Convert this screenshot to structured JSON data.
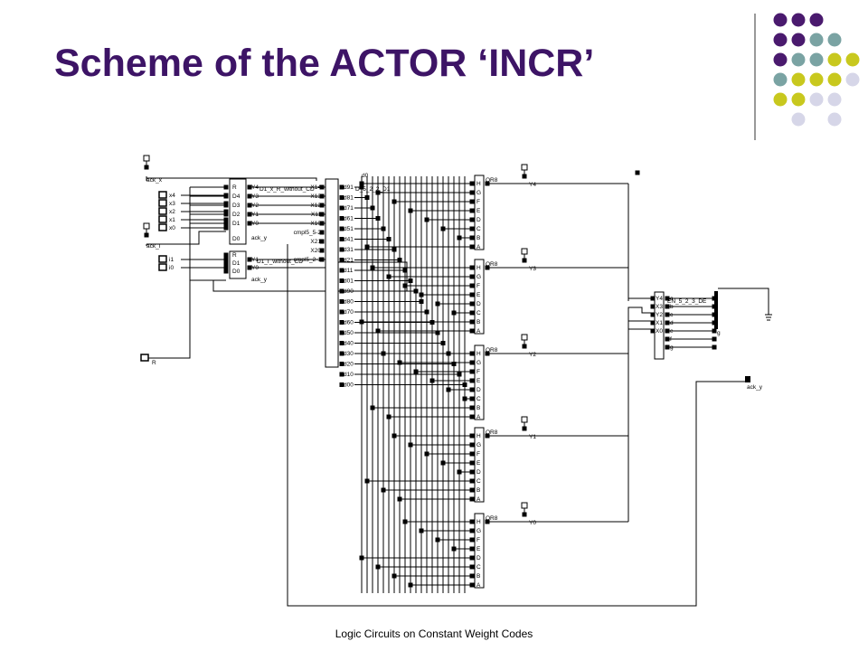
{
  "slide": {
    "title": "Scheme of the ACTOR ‘INCR’",
    "footer": "Logic Circuits on Constant Weight Codes"
  },
  "colors": {
    "title": "#3d1466",
    "dot_purple": "#4a1a6e",
    "dot_teal": "#7aa3a3",
    "dot_olive": "#c8c81e",
    "dot_lavender": "#d6d6e8"
  },
  "decoration": {
    "dot_grid": [
      [
        "purple",
        "purple",
        "purple",
        "",
        ""
      ],
      [
        "purple",
        "purple",
        "teal",
        "teal",
        ""
      ],
      [
        "purple",
        "teal",
        "teal",
        "olive",
        "olive"
      ],
      [
        "teal",
        "olive",
        "olive",
        "olive",
        "lavender"
      ],
      [
        "olive",
        "olive",
        "lavender",
        "lavender",
        ""
      ],
      [
        "",
        "lavender",
        "",
        "lavender",
        ""
      ]
    ]
  },
  "schematic": {
    "top_labels": {
      "ack_x": "ack_x",
      "ack_i": "ack_i",
      "r_pin": "R",
      "d0_top": "d0",
      "ack_y_out": "ack_y",
      "g_label": "g"
    },
    "x_inputs": [
      "x4",
      "x3",
      "x2",
      "x1",
      "x0"
    ],
    "i_inputs": [
      "i1",
      "i0"
    ],
    "rx_block": {
      "title": "D1_x_R_without_CD",
      "left_pins": [
        "R",
        "D4",
        "D3",
        "D2",
        "D1"
      ],
      "right_pins": [
        "Y4",
        "Y3",
        "Y2",
        "Y1",
        "Y0"
      ],
      "bottom": "D0",
      "ack": "ack_y"
    },
    "ri_block": {
      "title": "D1_I_without_CD",
      "left_pins": [
        "R",
        "D1",
        "D0"
      ],
      "right_pins": [
        "Y1",
        "Y0"
      ],
      "ack": "ack_y"
    },
    "decoder_block": {
      "title": "D_5_2_2_D1",
      "left_pins": [
        "X14",
        "X13",
        "X12",
        "X11",
        "X10",
        "cmpl5_5-2",
        "X21",
        "X20",
        "cmpl5_2-1"
      ],
      "outputs": [
        "d91",
        "d81",
        "d71",
        "d61",
        "d51",
        "d41",
        "d31",
        "d21",
        "d11",
        "d01",
        "d90",
        "d80",
        "d70",
        "d60",
        "d50",
        "d40",
        "d30",
        "d20",
        "d10",
        "d00"
      ]
    },
    "or_gate_pins": [
      "H",
      "G",
      "F",
      "E",
      "D",
      "C",
      "B",
      "A"
    ],
    "or_gate_label": "OR8",
    "outputs": [
      "Y4",
      "Y3",
      "Y2",
      "Y1",
      "Y0"
    ],
    "enc_block": {
      "title": "EN_5_2_3_DE",
      "left_pins": [
        "Y4",
        "X3",
        "Y2",
        "X1",
        "X0"
      ],
      "right_pins": [
        "a",
        "b",
        "c",
        "d",
        "e",
        "f",
        "g"
      ]
    }
  }
}
